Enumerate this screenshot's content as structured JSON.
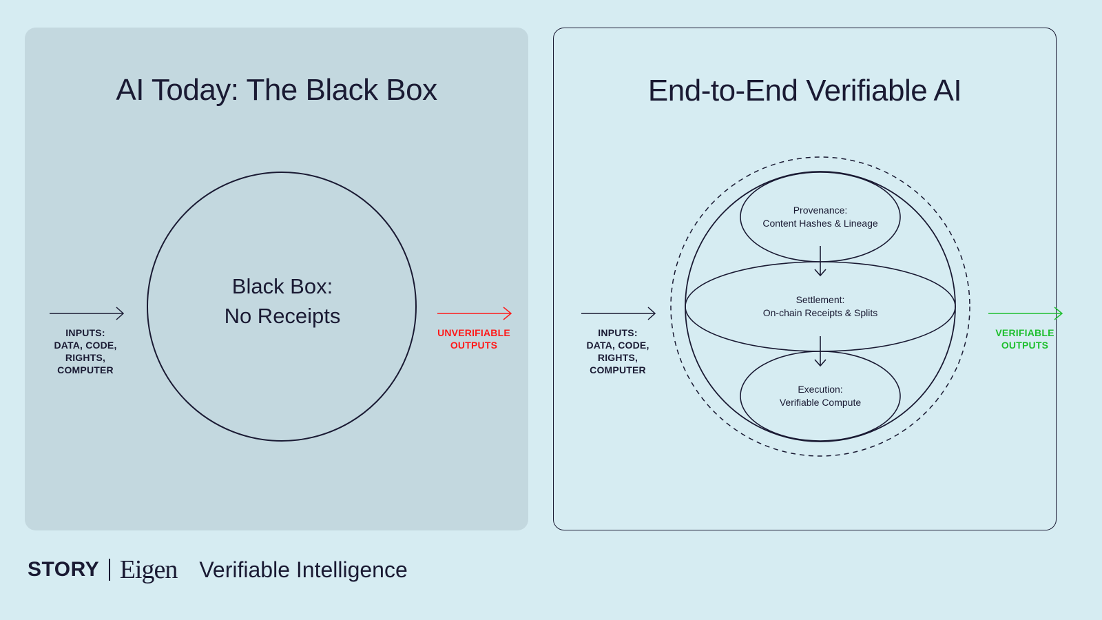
{
  "left_panel": {
    "title": "AI Today: The Black Box",
    "box_line1": "Black Box:",
    "box_line2": "No Receipts",
    "inputs_label": [
      "INPUTS:",
      "DATA, CODE,",
      "RIGHTS,",
      "COMPUTER"
    ],
    "outputs_label": [
      "UNVERIFIABLE",
      "OUTPUTS"
    ],
    "outputs_color": "#ff1a1a"
  },
  "right_panel": {
    "title": "End-to-End Verifiable AI",
    "inputs_label": [
      "INPUTS:",
      "DATA, CODE,",
      "RIGHTS,",
      "COMPUTER"
    ],
    "outputs_label": [
      "VERIFIABLE",
      "OUTPUTS"
    ],
    "outputs_color": "#1fbf2f",
    "nodes": [
      {
        "title": "Provenance:",
        "subtitle": "Content Hashes & Lineage"
      },
      {
        "title": "Settlement:",
        "subtitle": "On-chain Receipts & Splits"
      },
      {
        "title": "Execution:",
        "subtitle": "Verifiable Compute"
      }
    ]
  },
  "footer": {
    "brand": "STORY",
    "partner": "Eigen",
    "tagline": "Verifiable Intelligence"
  }
}
